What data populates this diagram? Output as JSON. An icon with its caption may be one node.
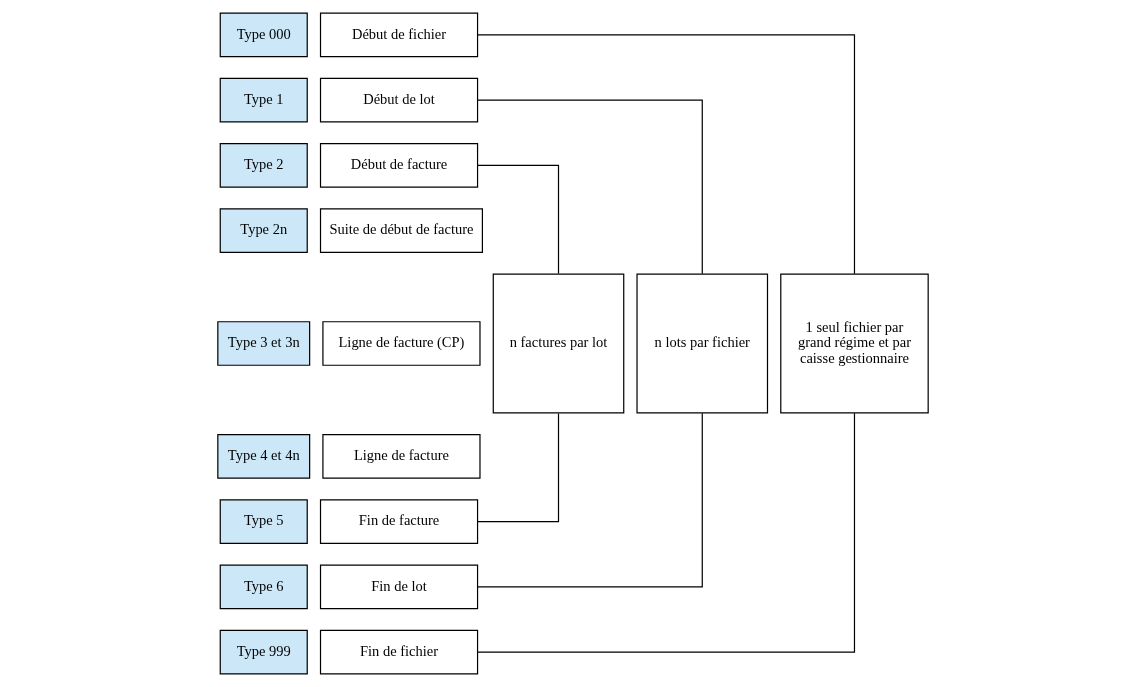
{
  "diagram": {
    "nodes": [
      {
        "text": [
          "Type 000"
        ]
      },
      {
        "text": [
          "Début de fichier"
        ]
      },
      {
        "text": [
          "Type 1"
        ]
      },
      {
        "text": [
          "Début de lot"
        ]
      },
      {
        "text": [
          "Type 2"
        ]
      },
      {
        "text": [
          "Début de facture"
        ]
      },
      {
        "text": [
          "Type 2n"
        ]
      },
      {
        "text": [
          "Suite de début de facture"
        ]
      },
      {
        "text": [
          "Type 3 et 3n"
        ]
      },
      {
        "text": [
          "Ligne de facture (CP)"
        ]
      },
      {
        "text": [
          "n factures par lot"
        ]
      },
      {
        "text": [
          "n lots par fichier"
        ]
      },
      {
        "text": [
          "1 seul fichier par grand régime et par caisse gestionnaire"
        ]
      },
      {
        "text": [
          "Type 4 et 4n"
        ]
      },
      {
        "text": [
          "Ligne de facture"
        ]
      },
      {
        "text": [
          "Type 5"
        ]
      },
      {
        "text": [
          "Fin de facture"
        ]
      },
      {
        "text": [
          "Type 6"
        ]
      },
      {
        "text": [
          "Fin de lot"
        ]
      },
      {
        "text": [
          "Type 999"
        ]
      },
      {
        "text": [
          "Fin de fichier"
        ]
      }
    ],
    "edges": [
      {
        "from": 1,
        "to": 12,
        "arrow": "none"
      },
      {
        "from": 3,
        "to": 11,
        "arrow": "none"
      },
      {
        "from": 5,
        "to": 10,
        "arrow": "none"
      },
      {
        "from": 16,
        "to": 10,
        "arrow": "none"
      },
      {
        "from": 18,
        "to": 11,
        "arrow": "none"
      },
      {
        "from": 20,
        "to": 12,
        "arrow": "none"
      }
    ]
  }
}
